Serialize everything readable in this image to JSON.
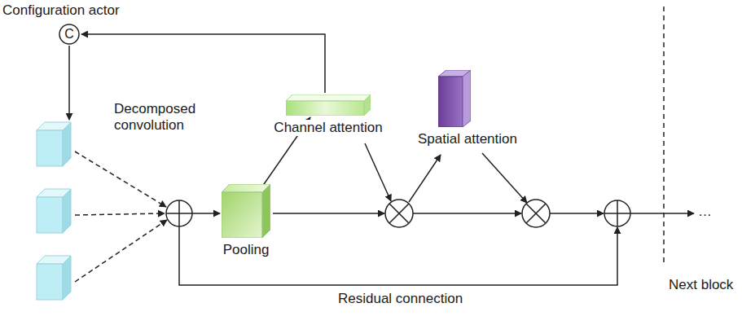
{
  "diagram": {
    "nodes": [
      {
        "text": [
          "C"
        ]
      },
      {
        "text": [
          "Pooling"
        ]
      },
      {
        "text": [
          "Channel attention"
        ]
      },
      {
        "text": [
          "Spatial attention"
        ]
      }
    ],
    "edges": [
      {
        "from": 1,
        "to": 2,
        "arrow": "to"
      },
      {
        "from": 2,
        "to": 0,
        "arrow": "to"
      }
    ],
    "labels": [
      "Configuration actor",
      "Decomposed convolution",
      "Residual connection",
      "Next block",
      "…"
    ]
  }
}
